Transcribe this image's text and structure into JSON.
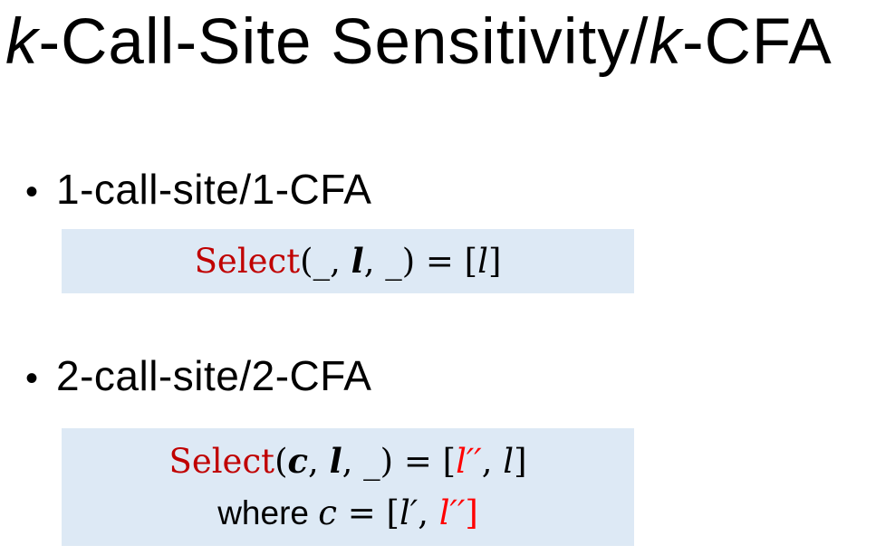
{
  "title": {
    "k1": "k",
    "mid": "-Call-Site Sensitivity/",
    "k2": "k",
    "tail": "-CFA"
  },
  "bullets": [
    {
      "marker": "•",
      "label": "1-call-site/1-CFA"
    },
    {
      "marker": "•",
      "label": "2-call-site/2-CFA"
    }
  ],
  "box1": {
    "segments": [
      "Select",
      "(",
      "_",
      ", ",
      "l",
      ", ",
      "_",
      ") = [",
      "l",
      "]"
    ]
  },
  "box2": {
    "line1": [
      "Select",
      "(",
      "c",
      ", ",
      "l",
      ", ",
      "_",
      ") = [",
      "l′′",
      ", ",
      "l",
      "]"
    ],
    "line2": [
      "where ",
      "c",
      " = [",
      "l′",
      ", ",
      "l′′",
      "]"
    ]
  },
  "colors": {
    "formula_box_background": "#dde9f5",
    "select_keyword_red": "#c00000",
    "highlight_red": "#ff0000",
    "text_black": "#000000"
  }
}
